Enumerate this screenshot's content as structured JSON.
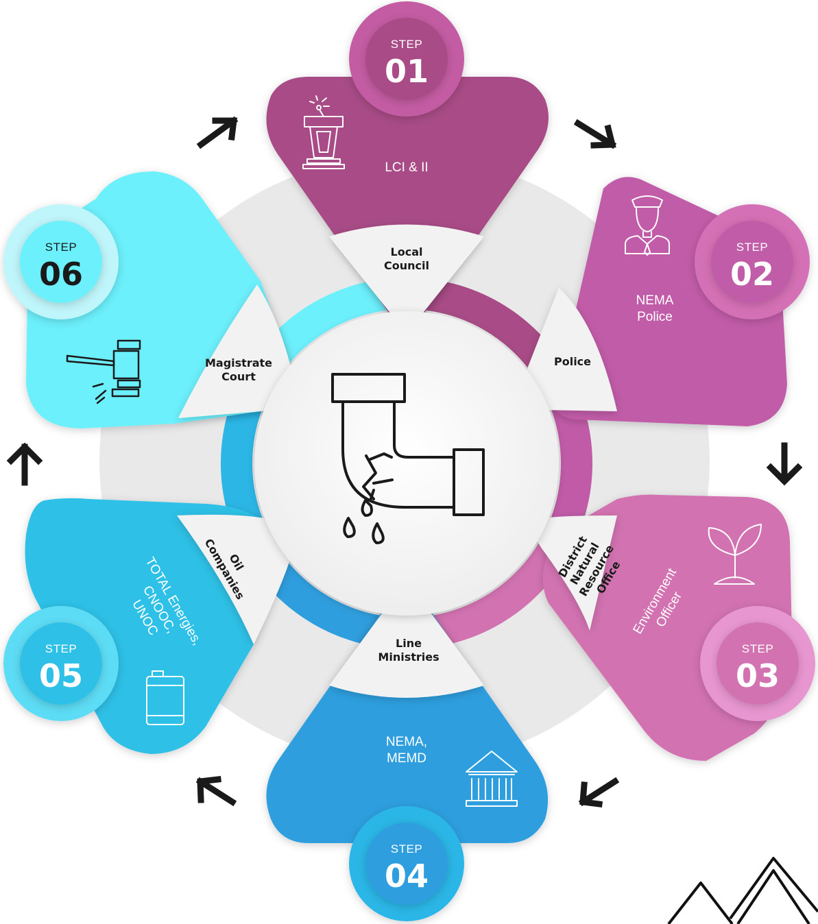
{
  "step_prefix": "STEP",
  "steps": [
    {
      "number": "01",
      "role": [
        "Local",
        "Council"
      ],
      "agency": [
        "LCI & II"
      ],
      "icon": "podium-icon",
      "color": "#a84b86",
      "badge_color": "#c45ca3"
    },
    {
      "number": "02",
      "role": [
        "Police"
      ],
      "agency": [
        "NEMA",
        "Police"
      ],
      "icon": "police-officer-icon",
      "color": "#c15ba8",
      "badge_color": "#d46fb5"
    },
    {
      "number": "03",
      "role": [
        "District",
        "Natural",
        "Resource",
        "Office"
      ],
      "agency": [
        "Environment",
        "Officer"
      ],
      "icon": "plant-sprout-icon",
      "color": "#d272b1",
      "badge_color": "#e896cf"
    },
    {
      "number": "04",
      "role": [
        "Line",
        "Ministries"
      ],
      "agency": [
        "NEMA,",
        "MEMD"
      ],
      "icon": "government-building-icon",
      "color": "#2f9ede",
      "badge_color": "#2bb6e6"
    },
    {
      "number": "05",
      "role": [
        "Oil",
        "Companies"
      ],
      "agency": [
        "TOTAL Energies,",
        "CNOOC,",
        "UNOC"
      ],
      "icon": "oil-barrel-icon",
      "color": "#2fc0e6",
      "badge_color": "#5ddcf5"
    },
    {
      "number": "06",
      "role": [
        "Magistrate",
        "Court"
      ],
      "agency": [],
      "icon": "gavel-icon",
      "color": "#6cf0fc",
      "badge_color": "#bff6fb"
    }
  ],
  "center_icon": "leaking-pipe-icon",
  "corner_icon": "mountains-icon"
}
